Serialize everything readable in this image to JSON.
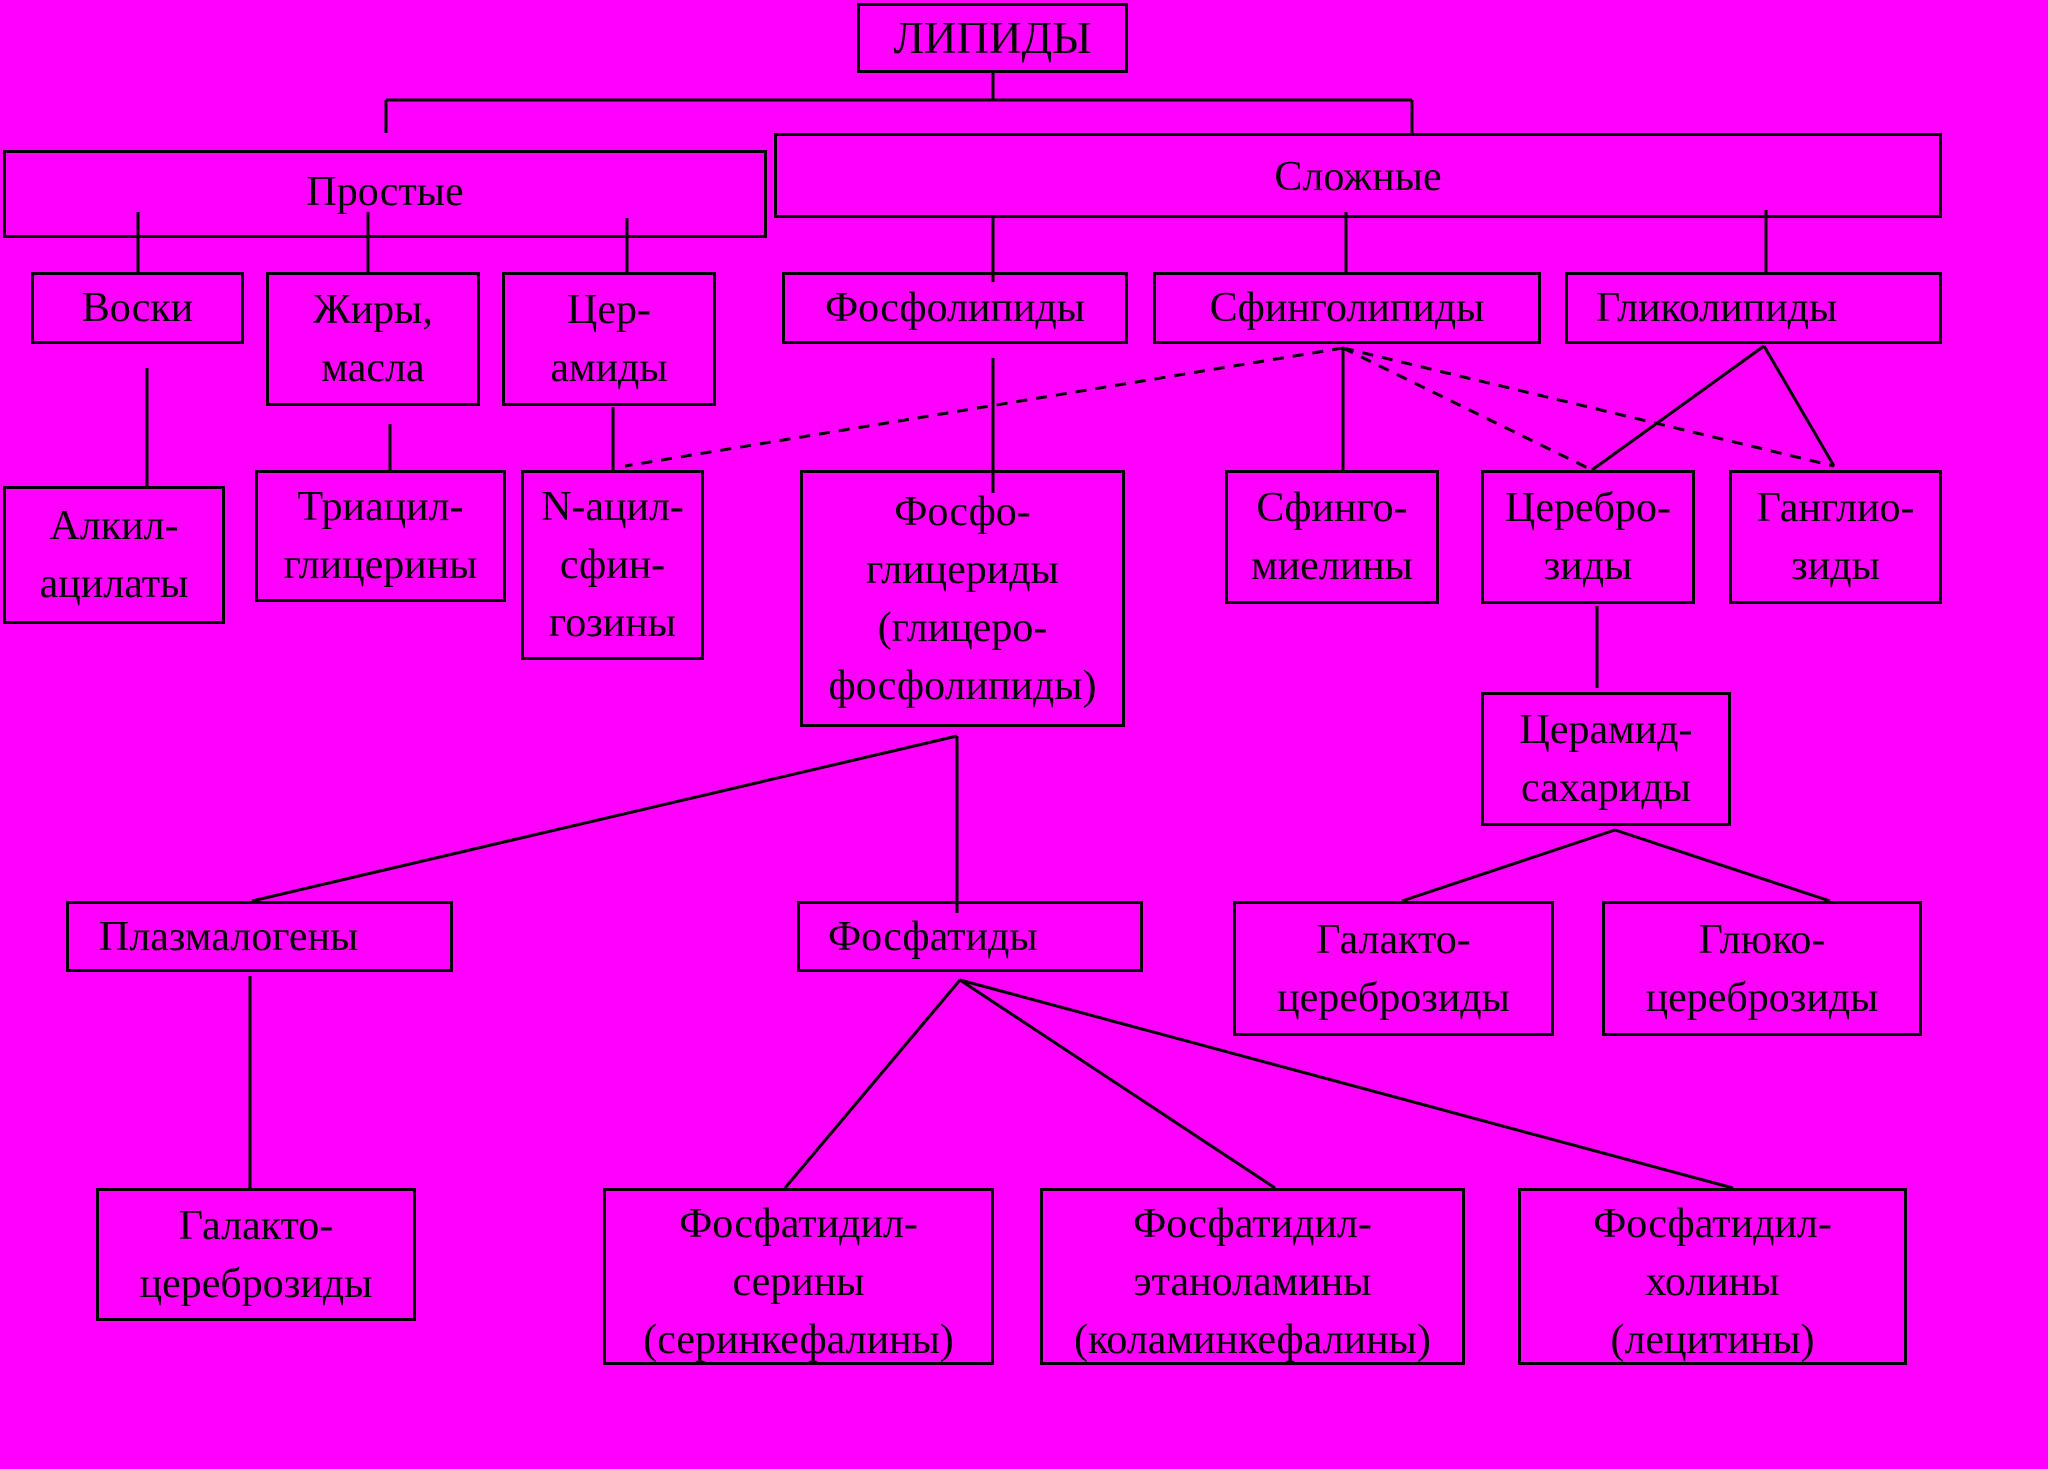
{
  "background": "#ff00ff",
  "line_color": "#000000",
  "nodes": {
    "lipids": "ЛИПИДЫ",
    "simple": "Простые",
    "complex": "Сложные",
    "waxes": "Воски",
    "fats": [
      "Жиры,",
      "масла"
    ],
    "ceramides": [
      "Цер-",
      "амиды"
    ],
    "phospholipids": "Фосфолипиды",
    "sphingolipids": "Сфинголипиды",
    "glycolipids": "Гликолипиды",
    "alkyl_acylates": [
      "Алкил-",
      "ацилаты"
    ],
    "triacylglycerols": [
      "Триацил-",
      "глицерины"
    ],
    "n_acyl_sphingosines": [
      "N-ацил-",
      "сфин-",
      "гозины"
    ],
    "phosphoglycerides": [
      "Фосфо-",
      "глицериды",
      "(глицеро-",
      "фосфолипиды)"
    ],
    "sphingomyelins": [
      "Сфинго-",
      "миелины"
    ],
    "cerebrosides": [
      "Церебро-",
      "зиды"
    ],
    "gangliosides": [
      "Ганглио-",
      "зиды"
    ],
    "ceramide_saccharides": [
      "Церамид-",
      "сахариды"
    ],
    "plasmalogens": "Плазмалогены",
    "phosphatides": "Фосфатиды",
    "galacto_cerebrosides_right": [
      "Галакто-",
      "цереброзиды"
    ],
    "gluco_cerebrosides": [
      "Глюко-",
      "цереброзиды"
    ],
    "galacto_cerebrosides_left": [
      "Галакто-",
      "цереброзиды"
    ],
    "phosphatidylserines": [
      "Фосфатидил-",
      "серины",
      "(серинкефалины)"
    ],
    "phosphatidylethanolamines": [
      "Фосфатидил-",
      "этаноламины",
      "(коламинкефалины)"
    ],
    "phosphatidylcholines": [
      "Фосфатидил-",
      "холины",
      "(лецитины)"
    ]
  }
}
